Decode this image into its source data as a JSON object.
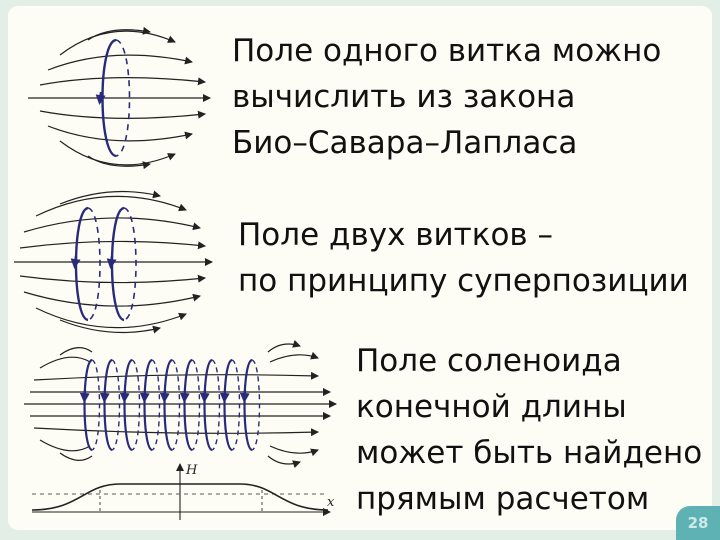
{
  "blocks": [
    {
      "lines": [
        "Поле одного витка можно",
        "вычислить из закона",
        "Био–Савара–Лапласа"
      ]
    },
    {
      "lines": [
        "Поле двух витков –",
        "по принципу суперпозиции"
      ]
    },
    {
      "lines": [
        "Поле соленоида",
        "конечной длины",
        "может быть найдено",
        "прямым расчетом"
      ]
    }
  ],
  "graph_labels": {
    "y": "H",
    "x": "x"
  },
  "page_number": "28",
  "colors": {
    "background": "#e3efe6",
    "slide": "#fdfdf5",
    "coil": "#2a2a7a",
    "accent": "#5fb2b3"
  }
}
